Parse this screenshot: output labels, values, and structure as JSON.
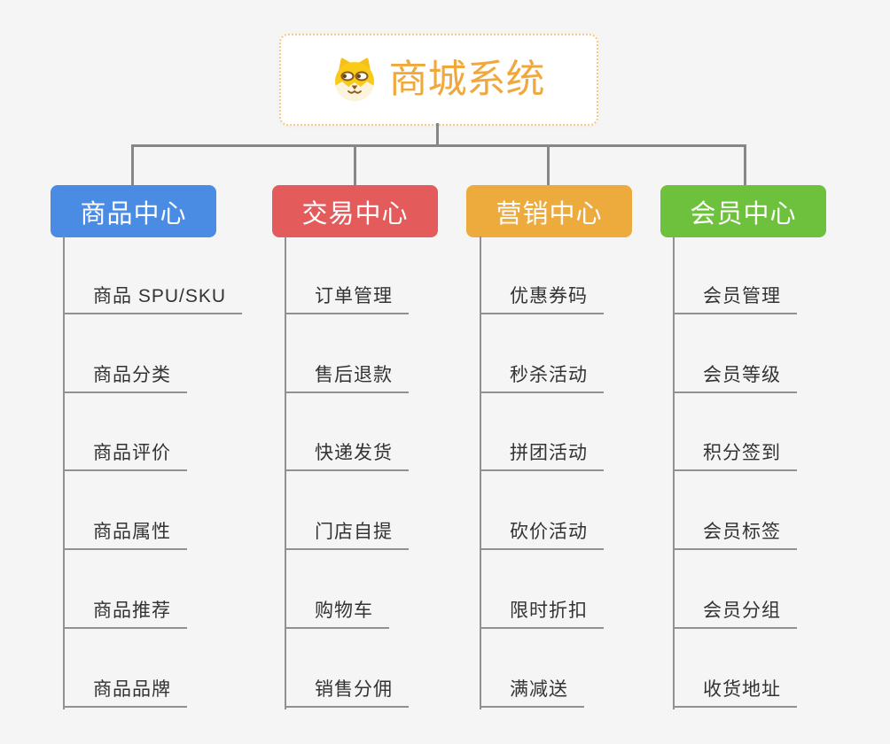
{
  "canvas": {
    "background": "#f5f5f5",
    "connector_color": "#878787",
    "child_line_color": "#919191",
    "item_text_color": "#333333"
  },
  "root": {
    "title": "商城系统",
    "icon": "shiba-dog-icon",
    "accent_color": "#f0a83c",
    "border_color": "#f6c887"
  },
  "branches": [
    {
      "label": "商品中心",
      "color": "#4a8ce4",
      "items": [
        "商品 SPU/SKU",
        "商品分类",
        "商品评价",
        "商品属性",
        "商品推荐",
        "商品品牌"
      ]
    },
    {
      "label": "交易中心",
      "color": "#e45b5c",
      "items": [
        "订单管理",
        "售后退款",
        "快递发货",
        "门店自提",
        "购物车",
        "销售分佣"
      ]
    },
    {
      "label": "营销中心",
      "color": "#edaa3d",
      "items": [
        "优惠券码",
        "秒杀活动",
        "拼团活动",
        "砍价活动",
        "限时折扣",
        "满减送"
      ]
    },
    {
      "label": "会员中心",
      "color": "#6ec13d",
      "items": [
        "会员管理",
        "会员等级",
        "积分签到",
        "会员标签",
        "会员分组",
        "收货地址"
      ]
    }
  ]
}
